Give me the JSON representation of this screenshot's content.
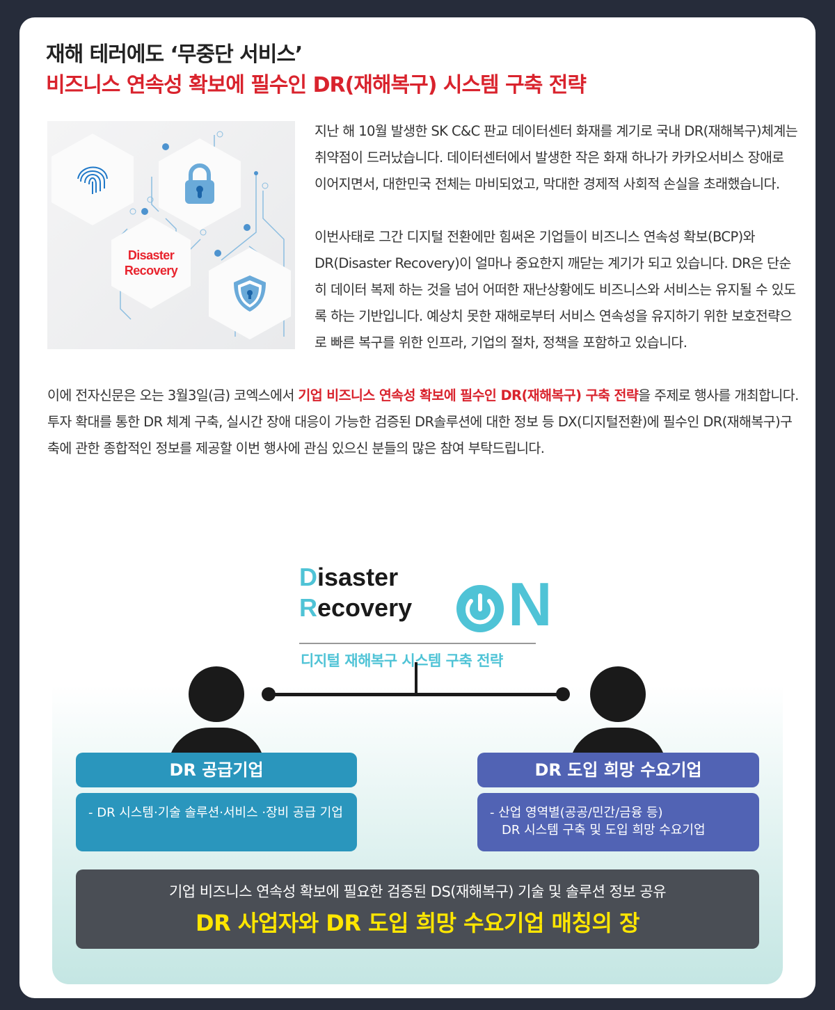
{
  "title_line1": "재해 테러에도 ‘무중단 서비스’",
  "title_line2": "비즈니스 연속성 확보에 필수인 DR(재해복구) 시스템 구축 전략",
  "image": {
    "label_line1": "Disaster",
    "label_line2": "Recovery"
  },
  "para1": "지난 해 10월 발생한 SK C&C 판교 데이터센터 화재를 계기로 국내 DR(재해복구)체계는 취약점이 드러났습니다. 데이터센터에서 발생한 작은 화재 하나가 카카오서비스 장애로 이어지면서, 대한민국 전체는 마비되었고, 막대한 경제적 사회적 손실을 초래했습니다.",
  "para2": "이번사태로  그간 디지털 전환에만 힘써온 기업들이 비즈니스 연속성 확보(BCP)와 DR(Disaster Recovery)이 얼마나 중요한지 깨닫는 계기가 되고 있습니다. DR은 단순히 데이터 복제 하는 것을 넘어 어떠한 재난상황에도 비즈니스와 서비스는 유지될 수 있도록 하는 기반입니다. 예상치 못한 재해로부터 서비스 연속성을 유지하기 위한 보호전략으로 빠른 복구를 위한 인프라, 기업의 절차, 정책을 포함하고 있습니다.",
  "para3_pre": "이에 전자신문은 오는 3월3일(금) 코엑스에서 ",
  "para3_highlight": "기업 비즈니스 연속성 확보에 필수인 DR(재해복구) 구축 전략",
  "para3_post": "을 주제로 행사를 개최합니다. 투자 확대를 통한 DR 체계 구축, 실시간 장애 대응이 가능한 검증된 DR솔루션에 대한 정보 등 DX(디지털전환)에 필수인 DR(재해복구)구축에 관한 종합적인 정보를 제공할 이번 행사에 관심 있으신 분들의 많은 참여 부탁드립니다.",
  "logo": {
    "line1": "Disaster",
    "line2": "Recovery",
    "on": "N",
    "subtitle": "디지털 재해복구 시스템 구축 전략"
  },
  "supplier": {
    "title": "DR 공급기업",
    "desc": "- DR 시스템·기술 솔루션·서비스 ·장비 공급 기업"
  },
  "demand": {
    "title": "DR 도입 희망 수요기업",
    "desc_line1": "- 산업 영역별(공공/민간/금융 등)",
    "desc_line2": "DR 시스템 구축 및 도입 희망 수요기업"
  },
  "banner": {
    "line1": "기업 비즈니스 연속성 확보에 필요한 검증된 DS(재해복구) 기술 및 솔루션 정보 공유",
    "line2": "DR 사업자와 DR 도입 희망 수요기업 매칭의 장"
  },
  "colors": {
    "red": "#d9232d",
    "teal": "#4fc3d6",
    "supplier": "#2a96bd",
    "demand": "#5163b4",
    "banner": "#4a4e55",
    "banner_highlight": "#ffe600"
  }
}
